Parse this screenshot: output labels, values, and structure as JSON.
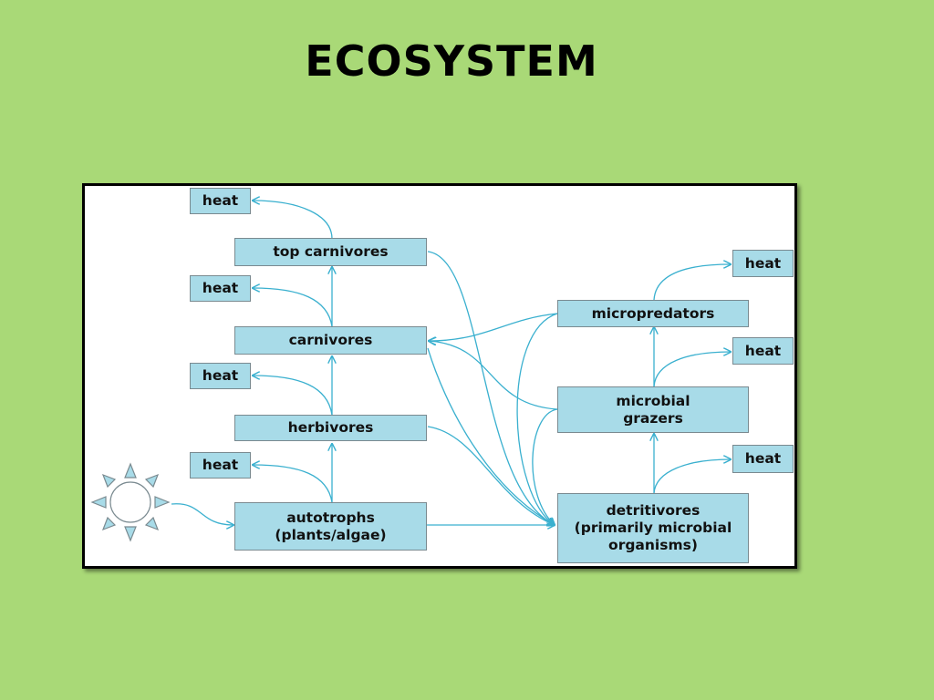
{
  "title": "ECOSYSTEM",
  "diagram": {
    "nodes": {
      "top_carnivores": "top carnivores",
      "carnivores": "carnivores",
      "herbivores": "herbivores",
      "autotrophs": "autotrophs\n(plants/algae)",
      "micropredators": "micropredators",
      "microbial_grazers": "microbial\ngrazers",
      "detritivores": "detritivores\n(primarily microbial\norganisms)",
      "heat": "heat"
    },
    "sun_icon": "sun-icon",
    "colors": {
      "background": "#a9d977",
      "box_fill": "#a8dbe8",
      "box_border": "#7a8a90",
      "arrow": "#3ab0cf"
    }
  }
}
